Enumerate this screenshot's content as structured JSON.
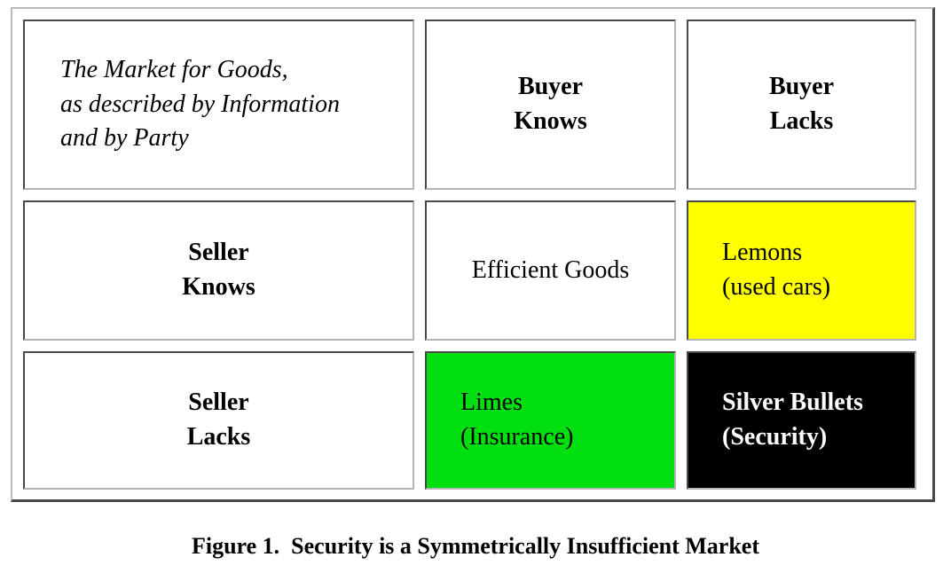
{
  "colors": {
    "lemons_bg": "#FFFF00",
    "limes_bg": "#00E010",
    "silver_bullets_bg": "#000000",
    "silver_bullets_fg": "#FFFFFF",
    "cell_border_dark": "#4A4A4A",
    "cell_border_light": "#B5B5B5",
    "frame_border_light": "#B9B9B9",
    "frame_border_dark": "#474747"
  },
  "matrix": {
    "corner": {
      "lines": [
        "The Market for Goods,",
        "as described by Information",
        "and by Party"
      ]
    },
    "column_headers": [
      {
        "lines": [
          "Buyer",
          "Knows"
        ]
      },
      {
        "lines": [
          "Buyer",
          "Lacks"
        ]
      }
    ],
    "row_headers": [
      {
        "lines": [
          "Seller",
          "Knows"
        ]
      },
      {
        "lines": [
          "Seller",
          "Lacks"
        ]
      }
    ],
    "cells": {
      "efficient_goods": {
        "lines": [
          "Efficient Goods"
        ]
      },
      "lemons": {
        "lines": [
          "Lemons",
          "(used cars)"
        ]
      },
      "limes": {
        "lines": [
          "Limes",
          "(Insurance)"
        ]
      },
      "silver_bullets": {
        "lines": [
          "Silver Bullets",
          "(Security)"
        ]
      }
    }
  },
  "caption": "Figure 1.  Security is a Symmetrically Insufficient Market"
}
